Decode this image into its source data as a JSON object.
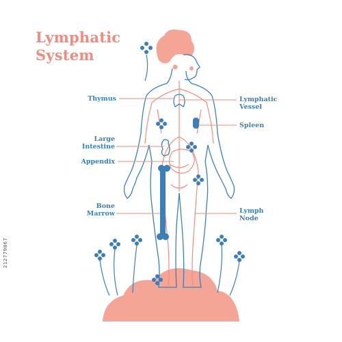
{
  "title": {
    "line1": "Lymphatic",
    "line2": "System"
  },
  "labels": {
    "thymus": "Thymus",
    "lymphatic_vessel_1": "Lymphatic",
    "lymphatic_vessel_2": "Vessel",
    "spleen": "Spleen",
    "large_intestine_1": "Large",
    "large_intestine_2": "Intestine",
    "appendix": "Appendix",
    "bone_marrow_1": "Bone",
    "bone_marrow_2": "Marrow",
    "lymph_node_1": "Lymph",
    "lymph_node_2": "Node"
  },
  "stock_id": "212779867",
  "colors": {
    "blue": "#3a7fb8",
    "coral": "#f28b7d",
    "pink_fill": "#f4a596"
  }
}
